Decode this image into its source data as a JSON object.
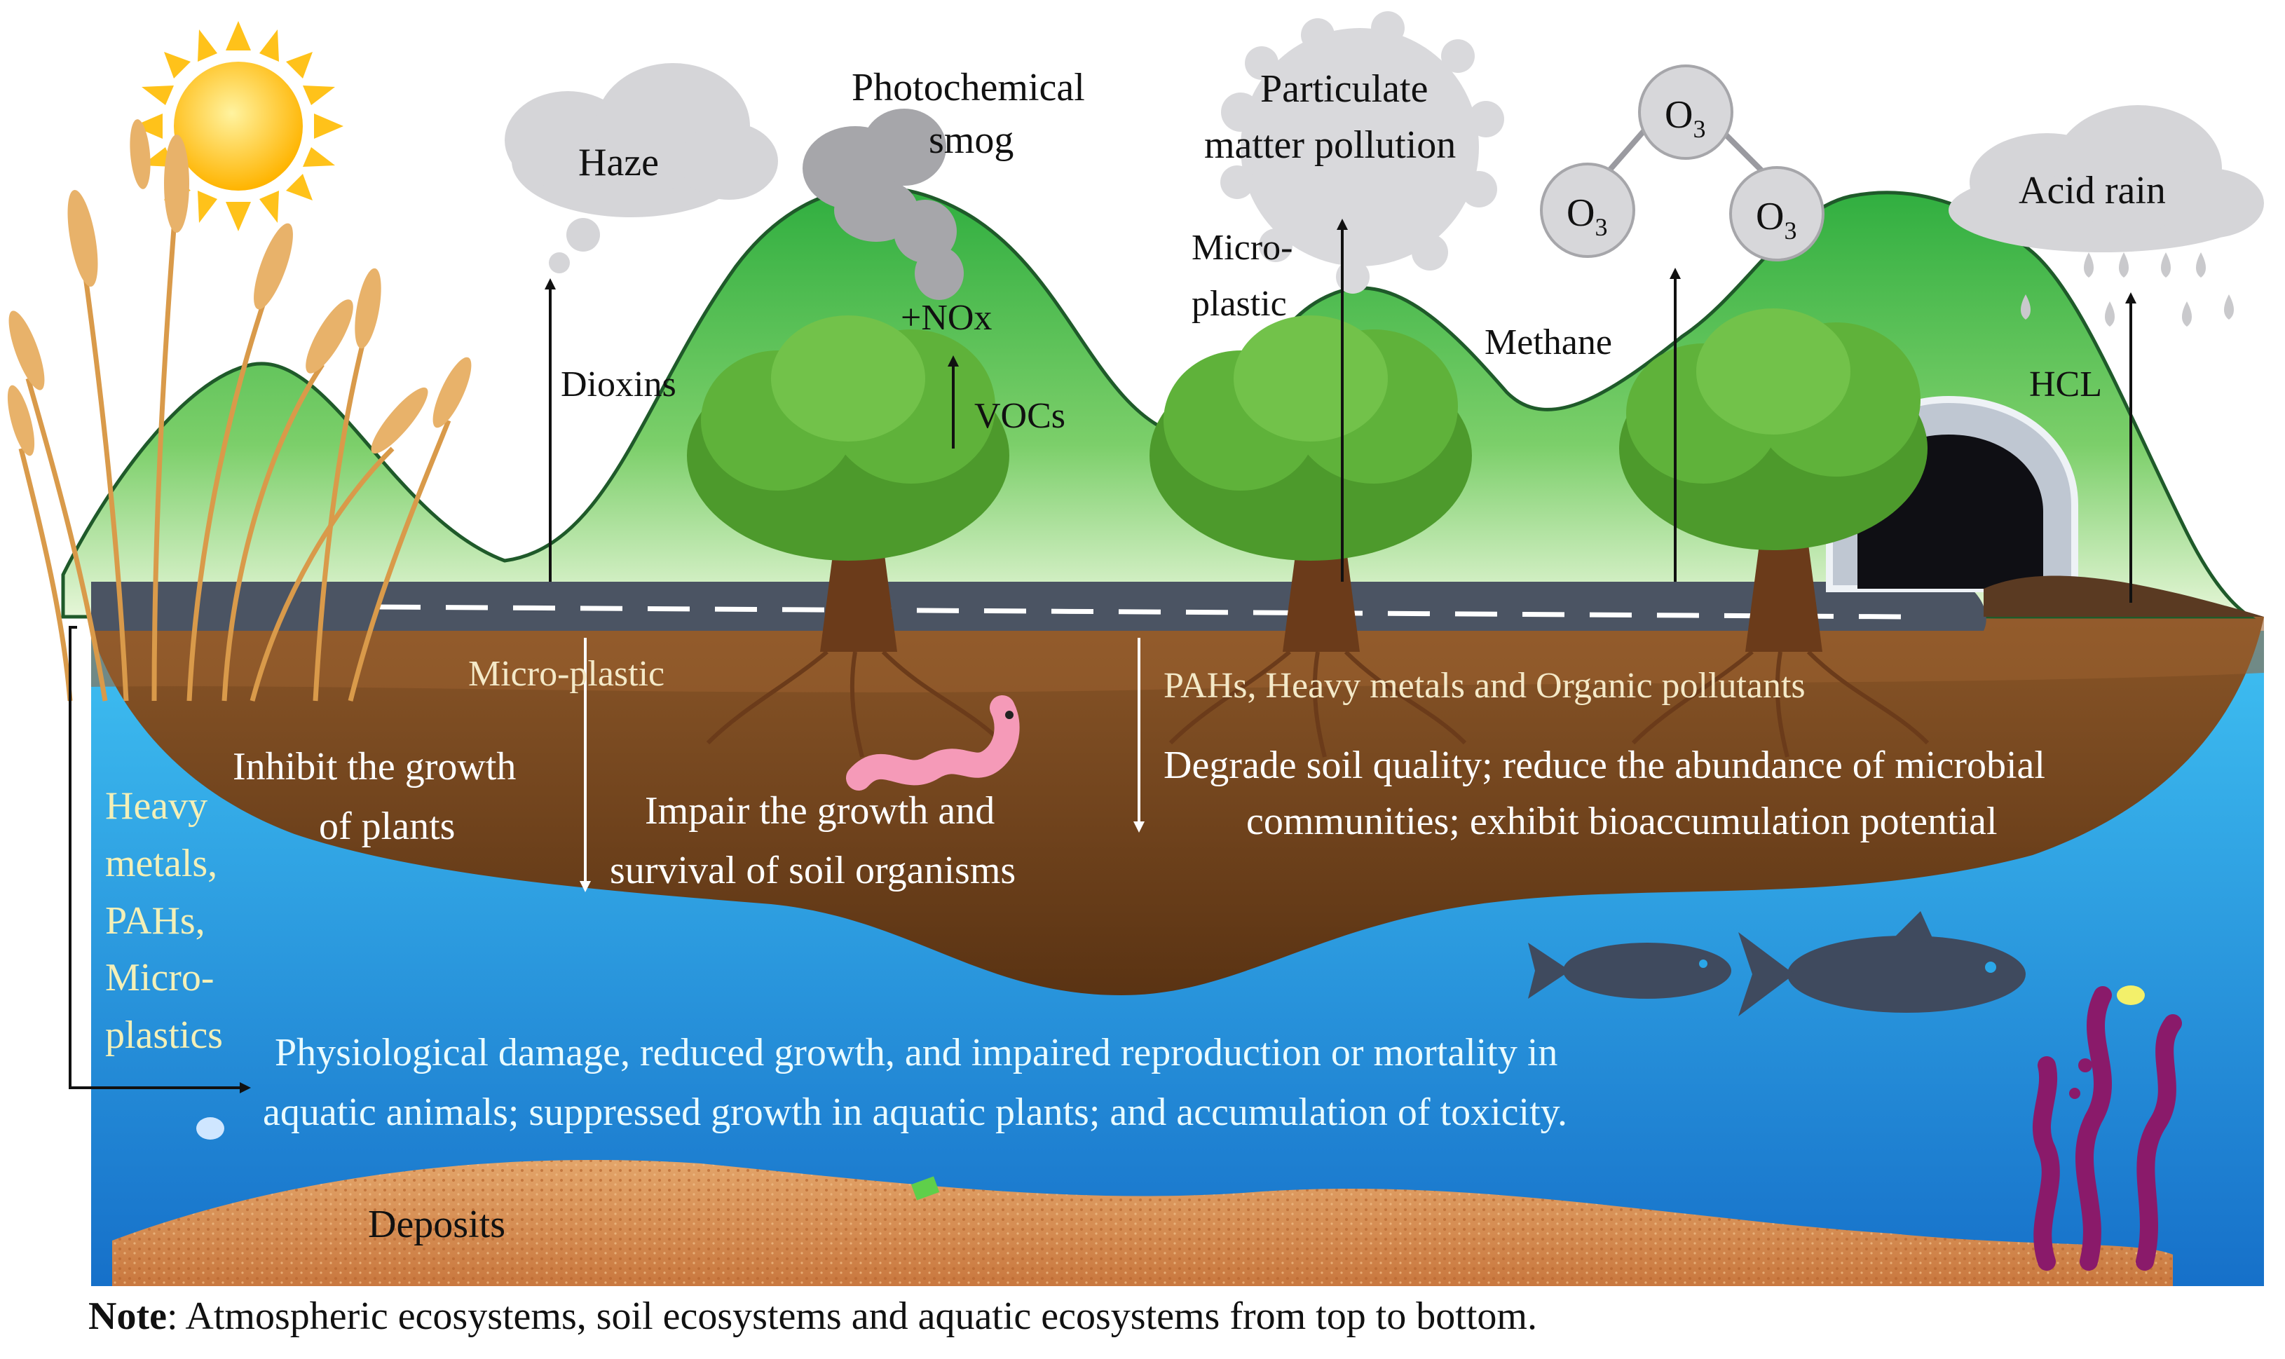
{
  "atmosphere": {
    "haze": "Haze",
    "smog_line1": "Photochemical",
    "smog_line2": "smog",
    "pm_line1": "Particulate",
    "pm_line2": "matter pollution",
    "ozone": "O",
    "ozone_sub": "3",
    "acid_rain": "Acid rain",
    "dioxins": "Dioxins",
    "nox": "+NOx",
    "vocs": "VOCs",
    "microplastic_line1": "Micro-",
    "microplastic_line2": "plastic",
    "methane": "Methane",
    "hcl": "HCL"
  },
  "soil": {
    "microplastic": "Micro-plastic",
    "pollutants": "PAHs, Heavy metals and Organic pollutants",
    "plants_line1": "Inhibit the growth",
    "plants_line2": "of plants",
    "organisms_line1": "Impair the growth and",
    "organisms_line2": "survival of soil organisms",
    "quality_line1": "Degrade soil quality; reduce the abundance of microbial",
    "quality_line2": "communities; exhibit bioaccumulation potential"
  },
  "water": {
    "side_lines": [
      "Heavy",
      "metals,",
      "PAHs,",
      "Micro-",
      "plastics"
    ],
    "effects_line1": "Physiological damage, reduced growth, and impaired reproduction or mortality in",
    "effects_line2": "aquatic animals; suppressed growth in aquatic plants; and accumulation of toxicity.",
    "deposits": "Deposits"
  },
  "note": {
    "label": "Note",
    "text": ": Atmospheric ecosystems, soil ecosystems and aquatic ecosystems from top to bottom."
  },
  "colors": {
    "sky": "#ffffff",
    "hill_green": "#3fb84a",
    "water_blue": "#2aa7e8",
    "soil_brown": "#7a4a22",
    "sand": "#d9935a",
    "road": "#4b5463",
    "sun": "#ffc21a"
  }
}
